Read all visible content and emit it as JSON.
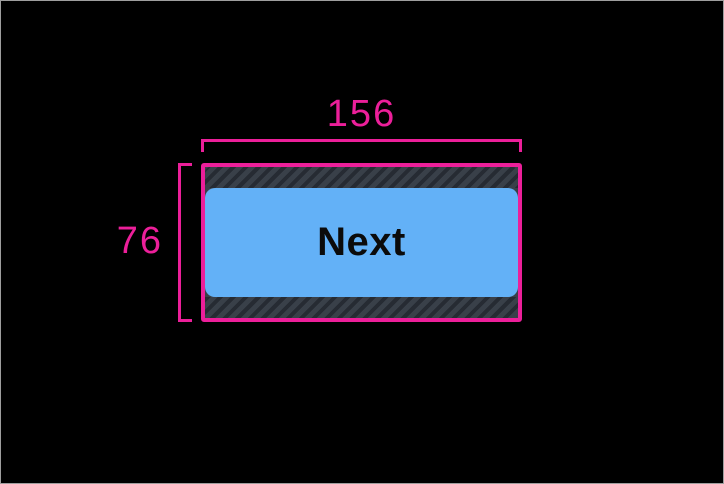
{
  "window": {
    "background": "#000000",
    "border_color": "#9E9E9E"
  },
  "measurements": {
    "width_label": "156",
    "height_label": "76"
  },
  "widget": {
    "button_label": "Next"
  },
  "theme": {
    "window_background": "#000000",
    "window_border": "#9E9E9E",
    "measurement_color": "#EC1F9A",
    "button_fill": "#63B1F7",
    "button_text": "#0B0B0B",
    "padding_base": "#394049",
    "padding_stripe": "#262B33"
  }
}
